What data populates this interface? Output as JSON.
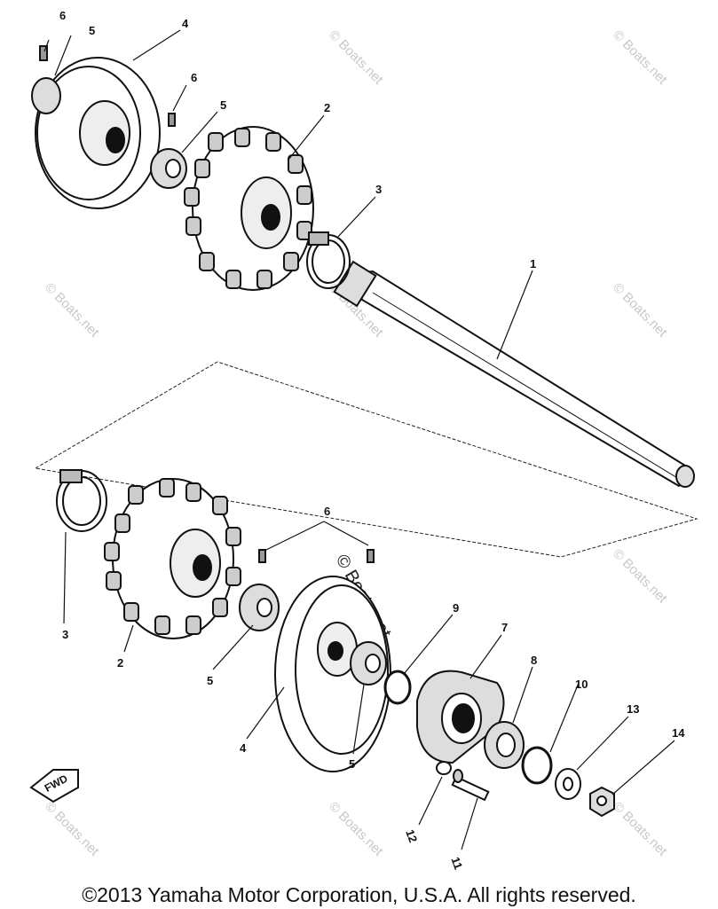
{
  "diagram": {
    "callouts": [
      {
        "id": "c6a",
        "text": "6"
      },
      {
        "id": "c5a",
        "text": "5"
      },
      {
        "id": "c4a",
        "text": "4"
      },
      {
        "id": "c6b",
        "text": "6"
      },
      {
        "id": "c5b",
        "text": "5"
      },
      {
        "id": "c2a",
        "text": "2"
      },
      {
        "id": "c3a",
        "text": "3"
      },
      {
        "id": "c1",
        "text": "1"
      },
      {
        "id": "c6c",
        "text": "6"
      },
      {
        "id": "c3b",
        "text": "3"
      },
      {
        "id": "c2b",
        "text": "2"
      },
      {
        "id": "c5c",
        "text": "5"
      },
      {
        "id": "c4b",
        "text": "4"
      },
      {
        "id": "c5d",
        "text": "5"
      },
      {
        "id": "c9",
        "text": "9"
      },
      {
        "id": "c7",
        "text": "7"
      },
      {
        "id": "c8",
        "text": "8"
      },
      {
        "id": "c10",
        "text": "10"
      },
      {
        "id": "c13",
        "text": "13"
      },
      {
        "id": "c14",
        "text": "14"
      },
      {
        "id": "c12",
        "text": "12"
      },
      {
        "id": "c11",
        "text": "11"
      }
    ],
    "fwd_label": "FWD",
    "watermark": "© Boats.net"
  },
  "footer": {
    "copyright": "©2013 Yamaha Motor Corporation, U.S.A. All rights reserved."
  }
}
